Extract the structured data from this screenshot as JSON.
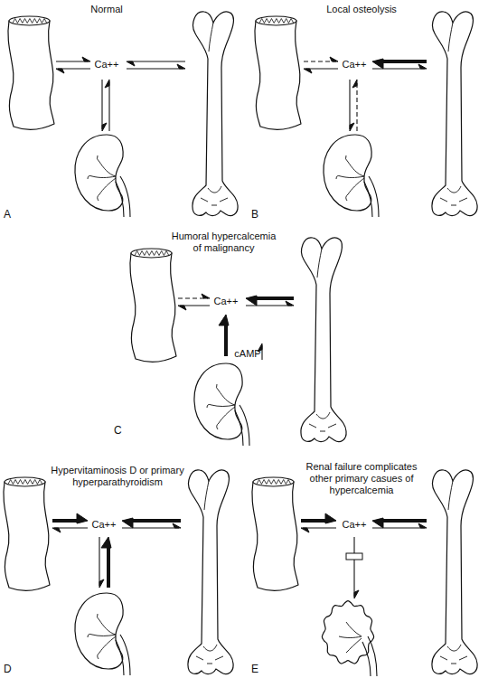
{
  "diagram": {
    "labels": [
      "Normal",
      "Ca++",
      "A",
      "Local osteolysis",
      "Ca++",
      "B",
      "Humoral hypercalcemia of malignancy",
      "Ca++",
      "cAMP",
      "C",
      "Hypervitaminosis D or primary hyperparathyroidism",
      "Ca++",
      "D",
      "Renal failure complicates other primary casues of hypercalcemia",
      "Ca++",
      "E"
    ]
  }
}
